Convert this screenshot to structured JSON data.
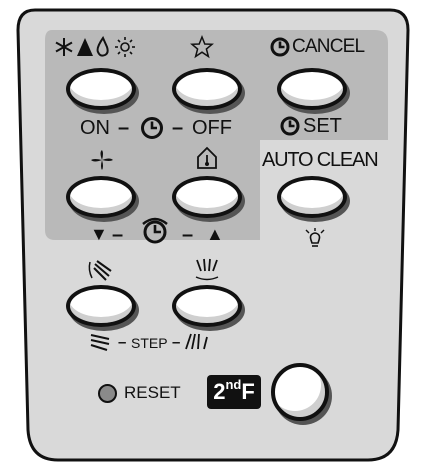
{
  "buttons": {
    "mode": {
      "icons": [
        "snowflake-icon",
        "auto-a-icon",
        "drop-icon",
        "sun-icon"
      ]
    },
    "favorite": {
      "icon": "star-icon"
    },
    "timer_cancel": {
      "label": "CANCEL",
      "icon": "clock-icon"
    },
    "timer_set": {
      "label": "SET",
      "icon": "clock-icon"
    },
    "timer_range": {
      "on": "ON",
      "off": "OFF",
      "dash": "–"
    },
    "fan": {
      "icon": "fan-icon"
    },
    "home_leave": {
      "icon": "house-thermometer-icon"
    },
    "auto_clean": {
      "label": "AUTO CLEAN",
      "indicator_icon": "lamp-icon"
    },
    "swing_vertical": {
      "icon": "vertical-louver-icon"
    },
    "swing_horizontal": {
      "icon": "horizontal-louver-icon"
    },
    "step": {
      "label": "STEP"
    },
    "reset": {
      "label": "RESET"
    },
    "second_function": {
      "label_main": "2",
      "label_sup": "nd",
      "label_tail": "F"
    }
  },
  "colors": {
    "panel": "#d9d9d9",
    "inner_panel": "#b9b9b9",
    "outline": "#111111",
    "button_face": "#ffffff",
    "reset_dot": "#8a8a8a"
  }
}
